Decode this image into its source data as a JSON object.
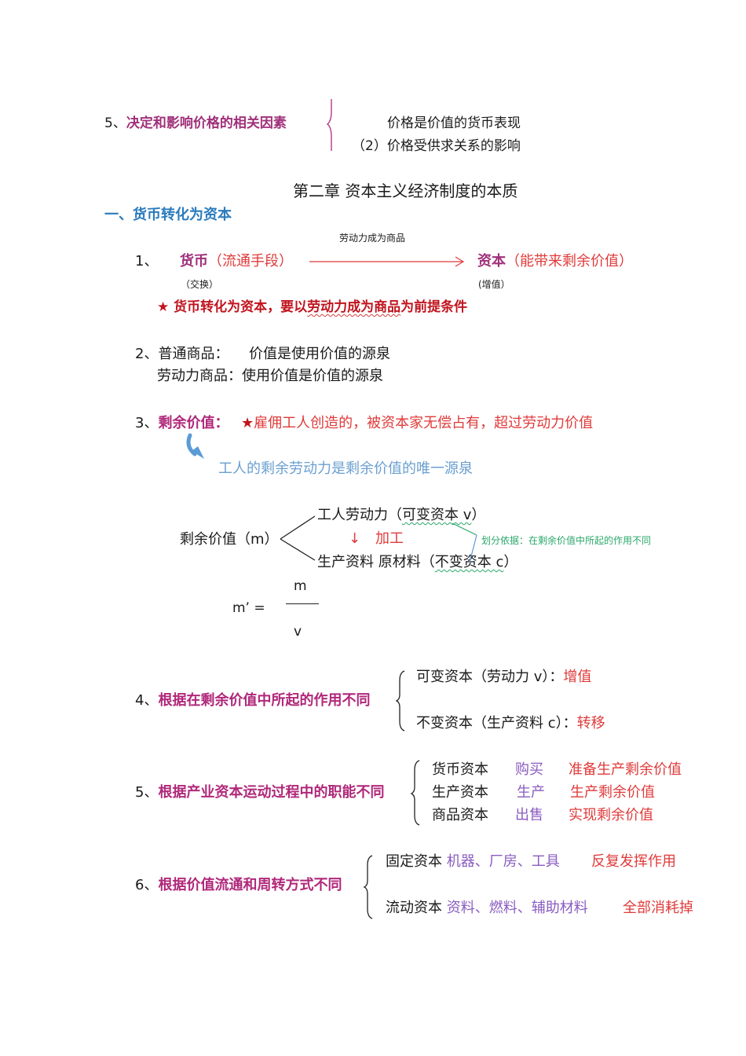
{
  "section5_price": {
    "number": "5、",
    "title": "决定和影响价格的相关因素",
    "items": [
      "价格是价值的货币表现",
      "（2）价格受供求关系的影响"
    ]
  },
  "chapter": {
    "title": "第二章  资本主义经济制度的本质"
  },
  "heading1": {
    "title": "一、货币转化为资本"
  },
  "point1": {
    "number": "1、",
    "left_term": "货币",
    "left_desc": "（流通手段）",
    "left_sub": "（交换）",
    "arrow_label": "劳动力成为商品",
    "right_term": "资本",
    "right_desc": "（能带来剩余价值）",
    "right_sub": "(增值）",
    "star": "★",
    "note_prefix": "货币转化为资本，要以",
    "note_highlight": "劳动力成为商品",
    "note_suffix": "为前提条件"
  },
  "point2": {
    "number": "2、",
    "line1_label": "普通商品：",
    "line1_text": "价值是使用价值的源泉",
    "line2_label": "劳动力商品：",
    "line2_text": "使用价值是价值的源泉"
  },
  "point3": {
    "number": "3、",
    "label": "剩余价值：",
    "star": "★",
    "definition": "雇佣工人创造的，被资本家无偿占有，超过劳动力价值",
    "source": "工人的剩余劳动力是剩余价值的唯一源泉"
  },
  "diagram": {
    "root": "剩余价值（m）",
    "branch_top_prefix": "工人劳动力（",
    "branch_top_wavy": "可变资本 v",
    "branch_top_suffix": "）",
    "process_arrow": "↓",
    "process_label": "加工",
    "branch_bottom_prefix": "生产资料  原材料（",
    "branch_bottom_wavy": "不变资本 c",
    "branch_bottom_suffix": "）",
    "annotation": "划分依据：在剩余价值中所起的作用不同"
  },
  "formula": {
    "lhs": "m’ =",
    "numerator": "m",
    "denominator": "v"
  },
  "point4": {
    "number": "4、",
    "title": "根据在剩余价值中所起的作用不同",
    "items": [
      {
        "text": "可变资本（劳动力 v）：",
        "effect": "增值"
      },
      {
        "text": "不变资本（生产资料 c）：",
        "effect": "转移"
      }
    ]
  },
  "point5": {
    "number": "5、",
    "title": "根据产业资本运动过程中的职能不同",
    "rows": [
      {
        "capital": "货币资本",
        "action": "购买",
        "function": "准备生产剩余价值"
      },
      {
        "capital": "生产资本",
        "action": "生产",
        "function": "生产剩余价值"
      },
      {
        "capital": "商品资本",
        "action": "出售",
        "function": "实现剩余价值"
      }
    ]
  },
  "point6": {
    "number": "6、",
    "title": "根据价值流通和周转方式不同",
    "rows": [
      {
        "capital": "固定资本",
        "examples": "机器、厂房、工具",
        "effect": "反复发挥作用"
      },
      {
        "capital": "流动资本",
        "examples": "资料、燃料、辅助材料",
        "effect": "全部消耗掉"
      }
    ]
  }
}
